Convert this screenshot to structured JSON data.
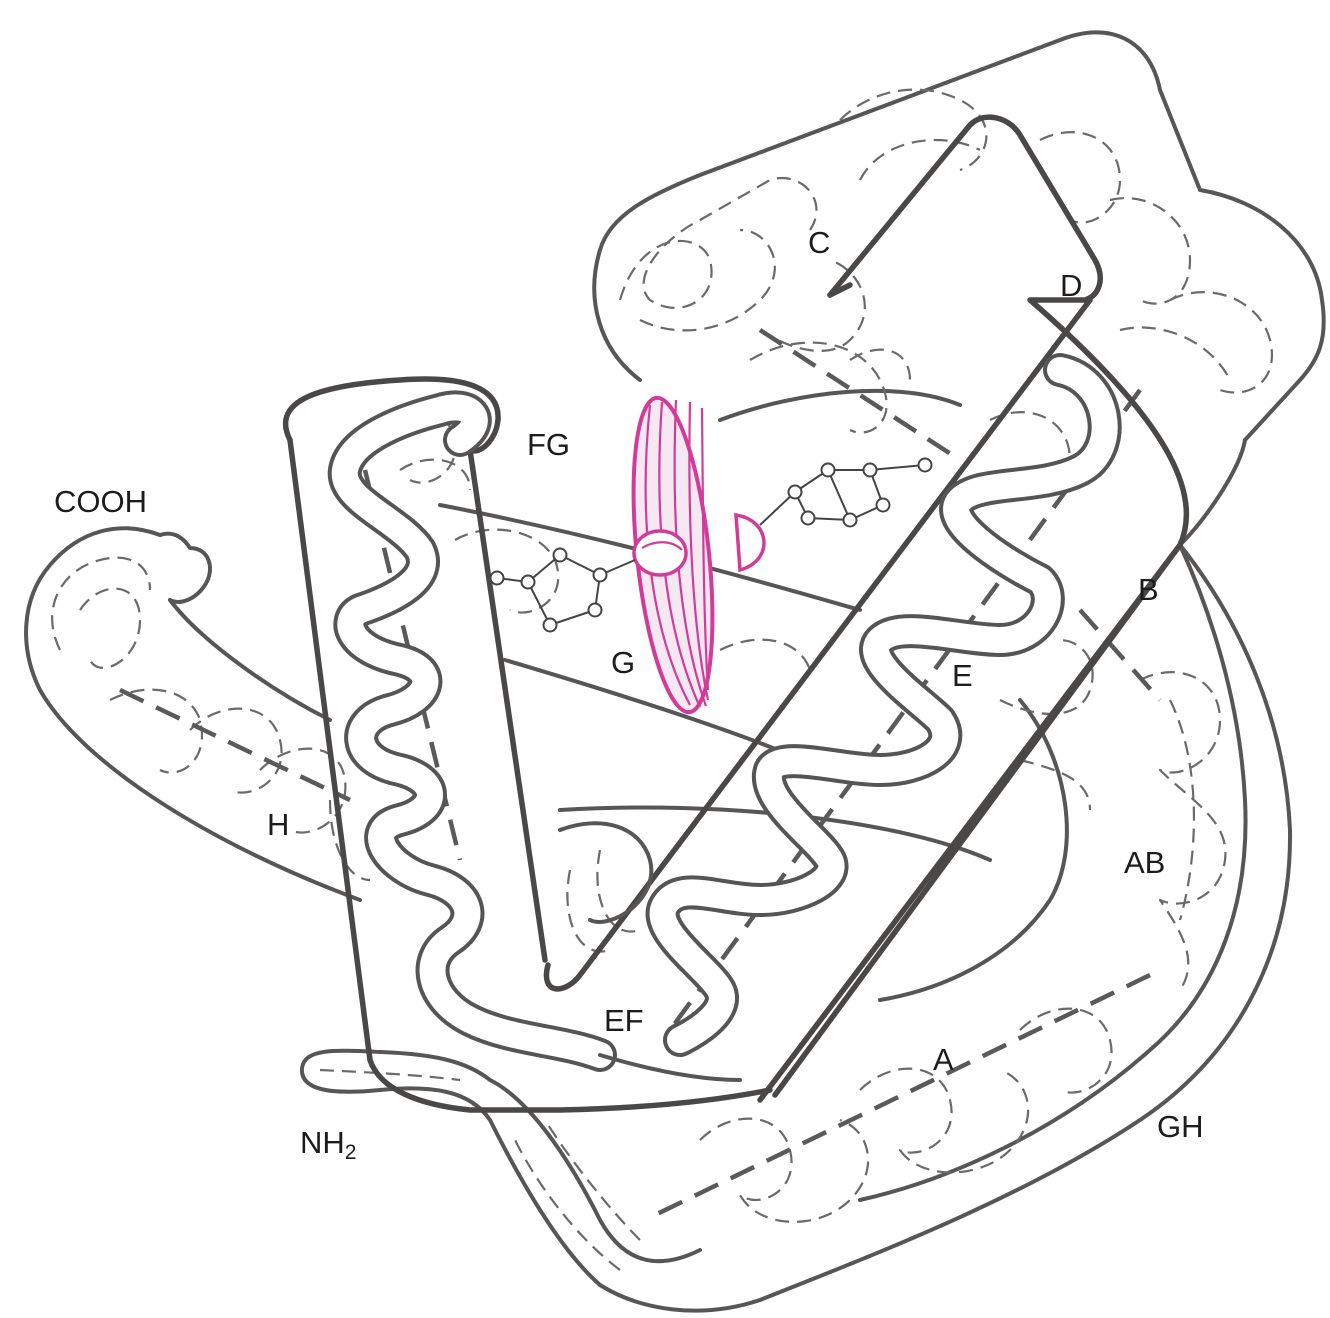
{
  "labels": {
    "cooh": "COOH",
    "nh2_main": "NH",
    "nh2_sub": "2",
    "helix_a": "A",
    "helix_b": "B",
    "helix_c": "C",
    "helix_d": "D",
    "helix_e": "E",
    "helix_g": "G",
    "helix_h": "H",
    "loop_ab": "AB",
    "loop_ef": "EF",
    "loop_fg": "FG",
    "loop_gh": "GH"
  },
  "colors": {
    "outline": "#585555",
    "heme": "#d23c99",
    "heme_fill": "#f6e8f2",
    "label": "#1c1c1c"
  }
}
